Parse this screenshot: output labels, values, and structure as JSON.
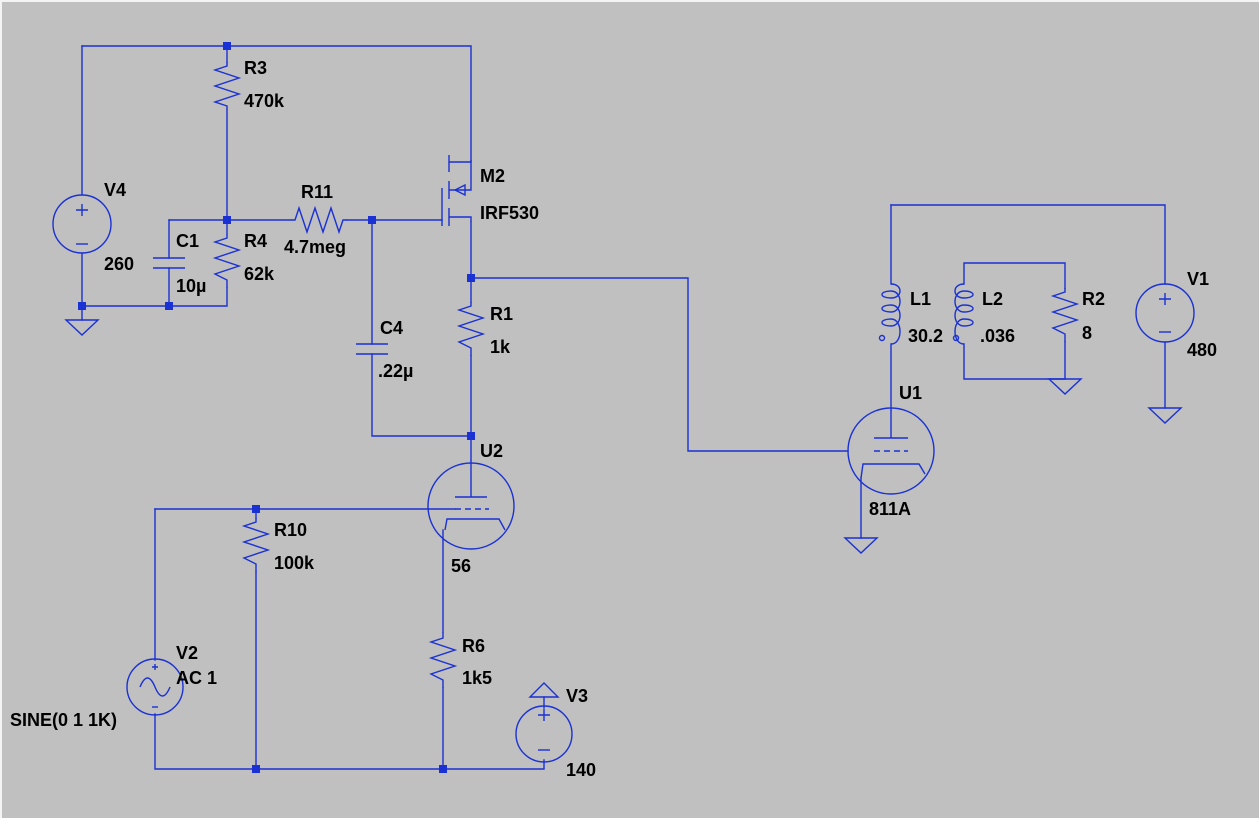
{
  "components": {
    "R3": {
      "name": "R3",
      "value": "470k"
    },
    "R4": {
      "name": "R4",
      "value": "62k"
    },
    "R11": {
      "name": "R11",
      "value": "4.7meg"
    },
    "R1": {
      "name": "R1",
      "value": "1k"
    },
    "R10": {
      "name": "R10",
      "value": "100k"
    },
    "R6": {
      "name": "R6",
      "value": "1k5"
    },
    "R2": {
      "name": "R2",
      "value": "8"
    },
    "C1": {
      "name": "C1",
      "value": "10µ"
    },
    "C4": {
      "name": "C4",
      "value": ".22µ"
    },
    "L1": {
      "name": "L1",
      "value": "30.2"
    },
    "L2": {
      "name": "L2",
      "value": ".036"
    },
    "M2": {
      "name": "M2",
      "value": "IRF530"
    },
    "U1": {
      "name": "U1",
      "value": "811A"
    },
    "U2": {
      "name": "U2",
      "value": "56"
    },
    "V1": {
      "name": "V1",
      "value": "480"
    },
    "V2": {
      "name": "V2",
      "value": "AC 1",
      "spice": "SINE(0 1 1K)"
    },
    "V3": {
      "name": "V3",
      "value": "140"
    },
    "V4": {
      "name": "V4",
      "value": "260"
    }
  },
  "colors": {
    "background": "#c0c0c0",
    "wire": "#1a31d4",
    "text": "#000000"
  }
}
